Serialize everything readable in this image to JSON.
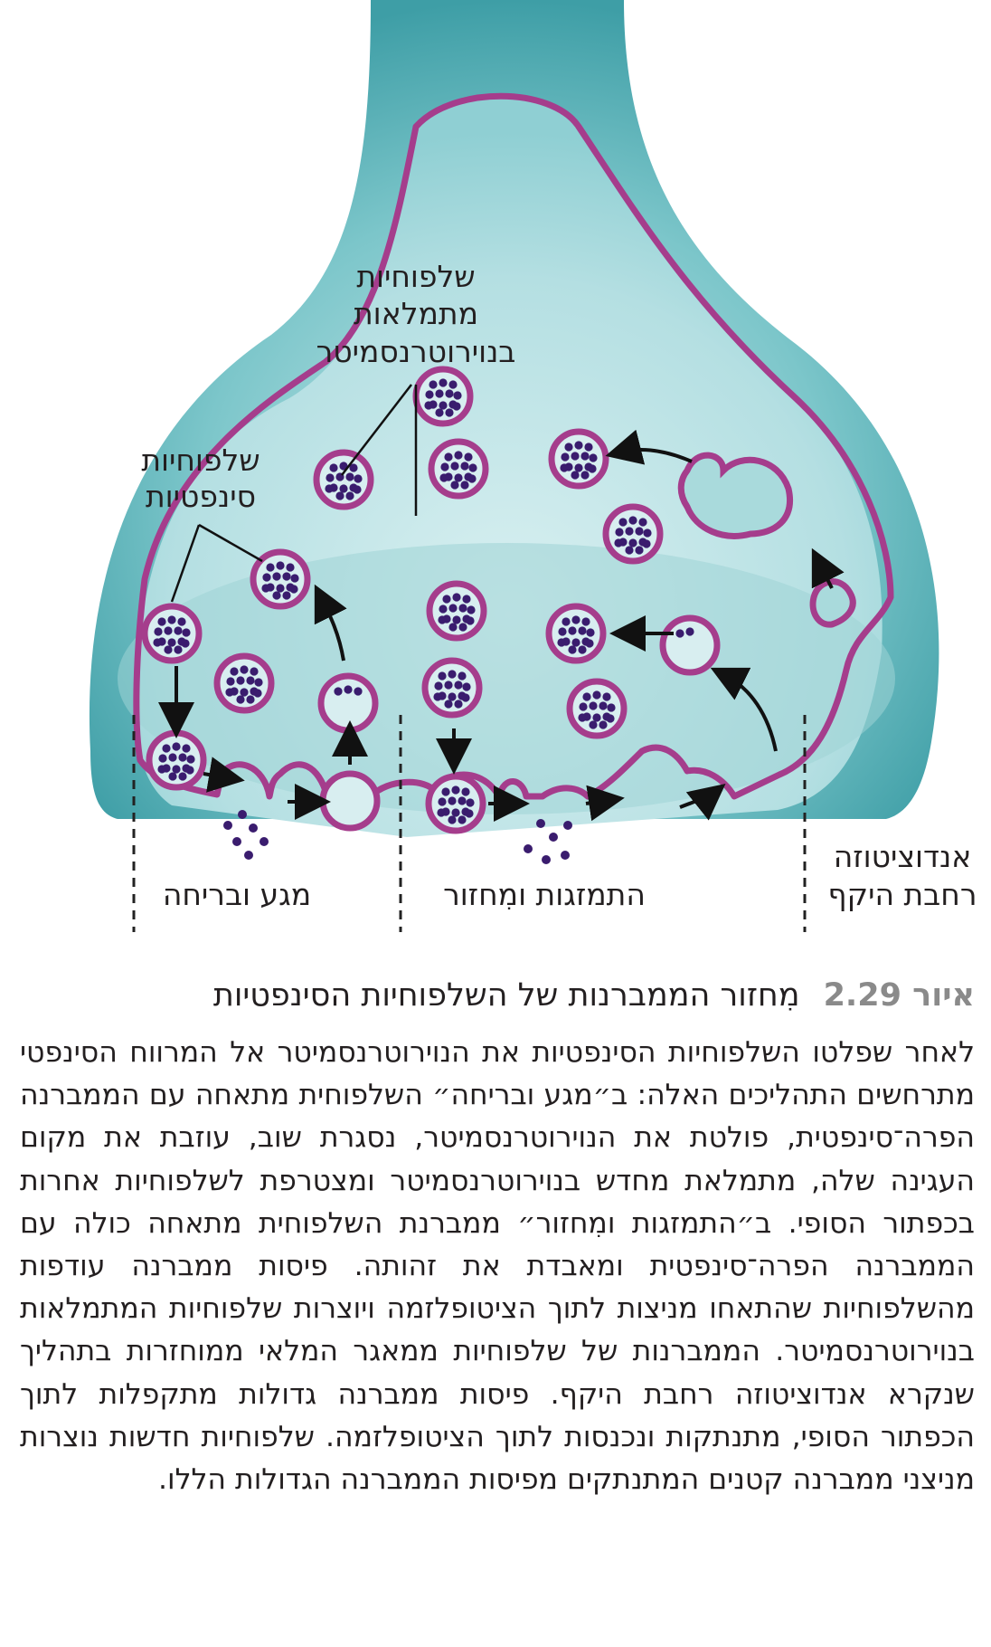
{
  "labels": {
    "filled_vesicles": [
      "שלפוחיות",
      "מתמלאות",
      "בנוירוטרנסמיטר"
    ],
    "synaptic_vesicles": [
      "שלפוחיות",
      "סינפטיות"
    ],
    "kiss_and_run": "מגע ובריחה",
    "fusion_recycling": "התמזגות ומִחזור",
    "bulk_endocytosis": [
      "אנדוציטוזה",
      "רחבת היקף"
    ]
  },
  "caption": {
    "label": "איור 2.29",
    "title": "מִחזור הממברנות של השלפוחיות הסינפטיות"
  },
  "body_text": "לאחר שפלטו השלפוחיות הסינפטיות את הנוירוטרנסמיטר אל המרווח הסינפטי מתרחשים התהליכים האלה: ב״מגע ובריחה״ השלפוחית מתאחה עם הממברנה הפרה־סינפטית, פולטת את הנוירוטרנסמיטר, נסגרת שוב, עוזבת את מקום העגינה שלה, מתמלאת מחדש בנוירוטרנסמיטר ומצטרפת לשלפוחיות אחרות בכפתור הסופי. ב״התמזגות ומִחזור״ ממברנת השלפוחית מתאחה כולה עם הממברנה הפרה־סינפטית ומאבדת את זהותה. פיסות ממברנה עודפות מהשלפוחיות שהתאחו מניצות לתוך הציטופלזמה ויוצרות שלפוחיות המתמלאות בנוירוטרנסמיטר. הממברנות של שלפוחיות ממאגר המלאי ממוחזרות בתהליך שנקרא אנדוציטוזה רחבת היקף. פיסות ממברנה גדולות מתקפלות לתוך הכפתור הסופי, מתנתקות ונכנסות לתוך הציטופלזמה. שלפוחיות חדשות נוצרות מניצני ממברנה קטנים המתנתקים מפיסות הממברנה הגדולות הללו.",
  "colors": {
    "membrane": "#a53d8c",
    "teal": "#5fb8bd",
    "dot": "#3a1c6e",
    "vesicle_fill": "#d8eef0"
  }
}
